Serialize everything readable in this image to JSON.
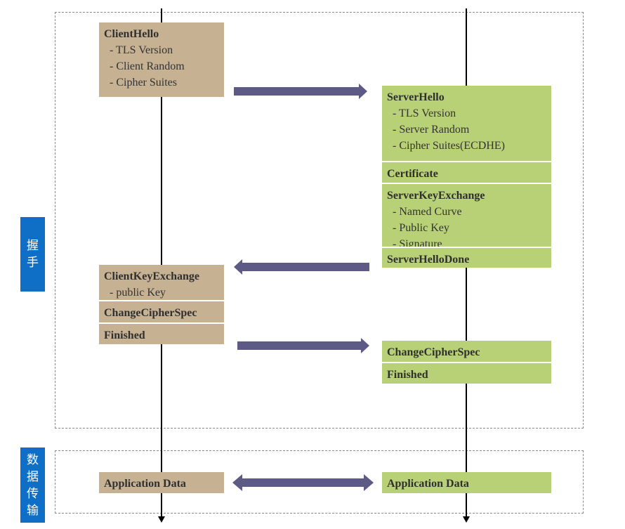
{
  "regions": {
    "handshake_label": "握手",
    "transfer_label": "数据传输"
  },
  "client": {
    "hello": {
      "title": "ClientHello",
      "items": [
        "- TLS Version",
        "- Client Random",
        "- Cipher Suites"
      ]
    },
    "key_exchange": {
      "title": "ClientKeyExchange",
      "items": [
        "- public Key"
      ]
    },
    "change_cipher_spec": "ChangeCipherSpec",
    "finished": "Finished",
    "app_data": "Application Data"
  },
  "server": {
    "hello": {
      "title": "ServerHello",
      "items": [
        "- TLS Version",
        "- Server Random",
        "- Cipher Suites(ECDHE)"
      ]
    },
    "certificate": "Certificate",
    "key_exchange": {
      "title": "ServerKeyExchange",
      "items": [
        "- Named Curve",
        "- Public Key",
        "- Signature"
      ]
    },
    "hello_done": "ServerHelloDone",
    "change_cipher_spec": "ChangeCipherSpec",
    "finished": "Finished",
    "app_data": "Application Data"
  },
  "colors": {
    "client_box": "#c6b293",
    "server_box": "#b8d177",
    "arrow": "#5e5a86",
    "side_label": "#0f6fc6"
  }
}
